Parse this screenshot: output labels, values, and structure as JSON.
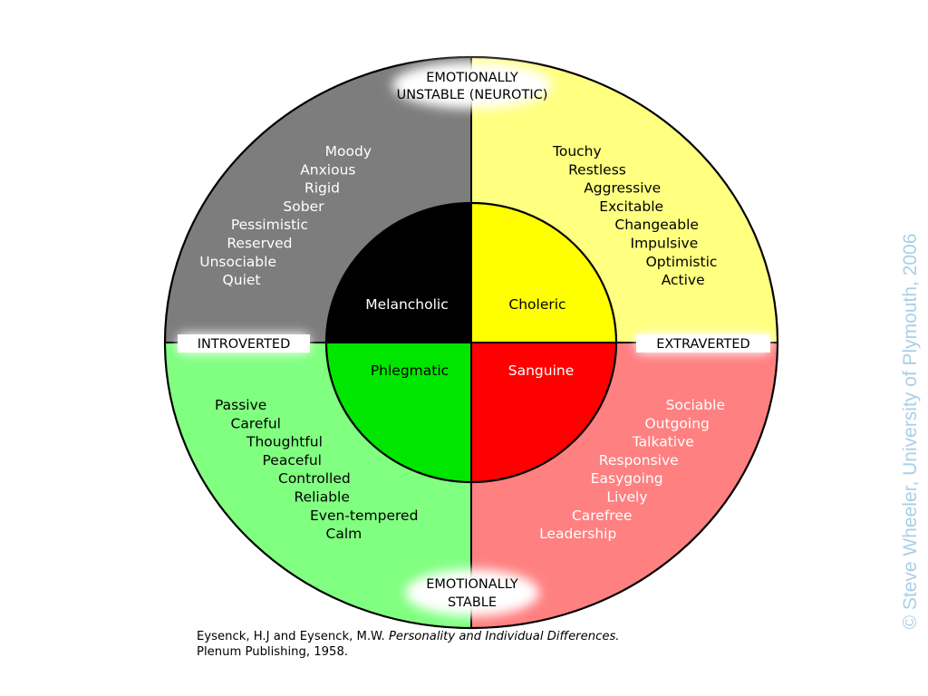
{
  "axes": {
    "top": [
      "EMOTIONALLY",
      "UNSTABLE (NEUROTIC)"
    ],
    "bottom": [
      "EMOTIONALLY",
      "STABLE"
    ],
    "left": "INTROVERTED",
    "right": "EXTRAVERTED"
  },
  "quadrants": [
    {
      "key": "melancholic",
      "type_label": "Melancholic",
      "outer_color": "#7d7d7d",
      "inner_color": "#000000",
      "text_color": "#ffffff",
      "traits": [
        "Moody",
        "Anxious",
        "Rigid",
        "Sober",
        "Pessimistic",
        "Reserved",
        "Unsociable",
        "Quiet"
      ]
    },
    {
      "key": "choleric",
      "type_label": "Choleric",
      "outer_color": "#ffff80",
      "inner_color": "#ffff00",
      "text_color": "#000000",
      "traits": [
        "Touchy",
        "Restless",
        "Aggressive",
        "Excitable",
        "Changeable",
        "Impulsive",
        "Optimistic",
        "Active"
      ]
    },
    {
      "key": "phlegmatic",
      "type_label": "Phlegmatic",
      "outer_color": "#80ff80",
      "inner_color": "#00e600",
      "text_color": "#000000",
      "traits": [
        "Passive",
        "Careful",
        "Thoughtful",
        "Peaceful",
        "Controlled",
        "Reliable",
        "Even-tempered",
        "Calm"
      ]
    },
    {
      "key": "sanguine",
      "type_label": "Sanguine",
      "outer_color": "#ff8080",
      "inner_color": "#ff0000",
      "text_color": "#ffffff",
      "traits": [
        "Sociable",
        "Outgoing",
        "Talkative",
        "Responsive",
        "Easygoing",
        "Lively",
        "Carefree",
        "Leadership"
      ]
    }
  ],
  "reference": {
    "authors": "Eysenck, H.J and Eysenck, M.W.",
    "title": "Personality and Individual Differences.",
    "publisher": "Plenum Publishing, 1958."
  },
  "copyright": "© Steve Wheeler, University of Plymouth, 2006"
}
